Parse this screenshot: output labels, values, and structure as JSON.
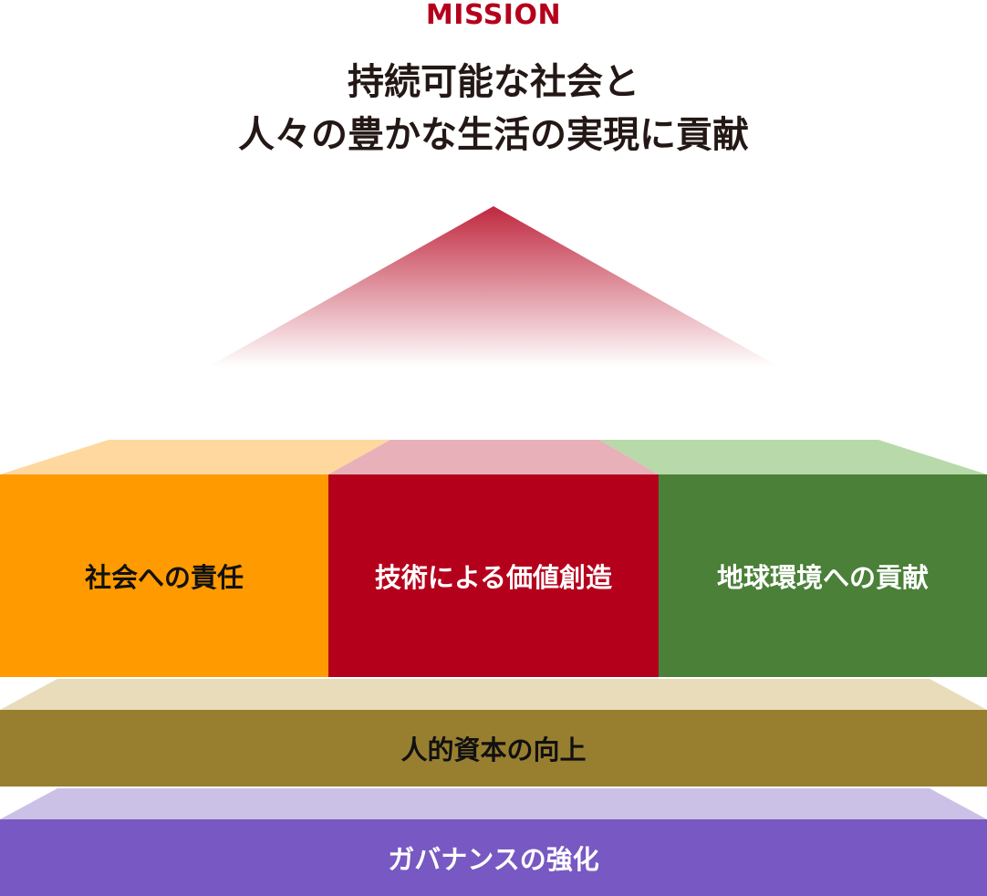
{
  "mission": {
    "heading": "MISSION",
    "line1": "持続可能な社会と",
    "line2": "人々の豊かな生活の実現に貢献"
  },
  "pillars": [
    {
      "label": "社会への責任",
      "color": "#ff9a00",
      "top_color": "#fed89e",
      "text_color": "#111111"
    },
    {
      "label": "技術による価値創造",
      "color": "#b5001c",
      "top_color": "#e8b0b9",
      "text_color": "#ffffff"
    },
    {
      "label": "地球環境への貢献",
      "color": "#4a8038",
      "top_color": "#b8d9aa",
      "text_color": "#ffffff"
    }
  ],
  "foundations": [
    {
      "label": "人的資本の向上",
      "color": "#987f30",
      "top_color": "#e8dcba",
      "text_color": "#111111"
    },
    {
      "label": "ガバナンスの強化",
      "color": "#7858c2",
      "top_color": "#cbc1e6",
      "text_color": "#ffffff"
    }
  ]
}
